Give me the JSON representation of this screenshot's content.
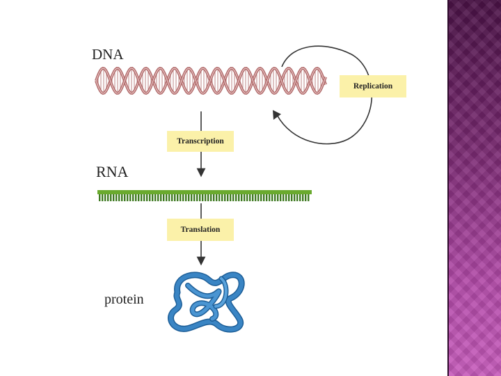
{
  "labels": {
    "dna": "DNA",
    "rna": "RNA",
    "protein": "protein"
  },
  "steps": {
    "replication": "Replication",
    "transcription": "Transcription",
    "translation": "Translation"
  },
  "colors": {
    "dna_strand": "#b06a6a",
    "dna_rung": "#c99a9a",
    "rna_backbone": "#6aaa2e",
    "rna_bases": "#3f7a22",
    "protein": "#3a85c4",
    "box_fill": "#fbf1a9",
    "side_band": "#8a2e80"
  }
}
